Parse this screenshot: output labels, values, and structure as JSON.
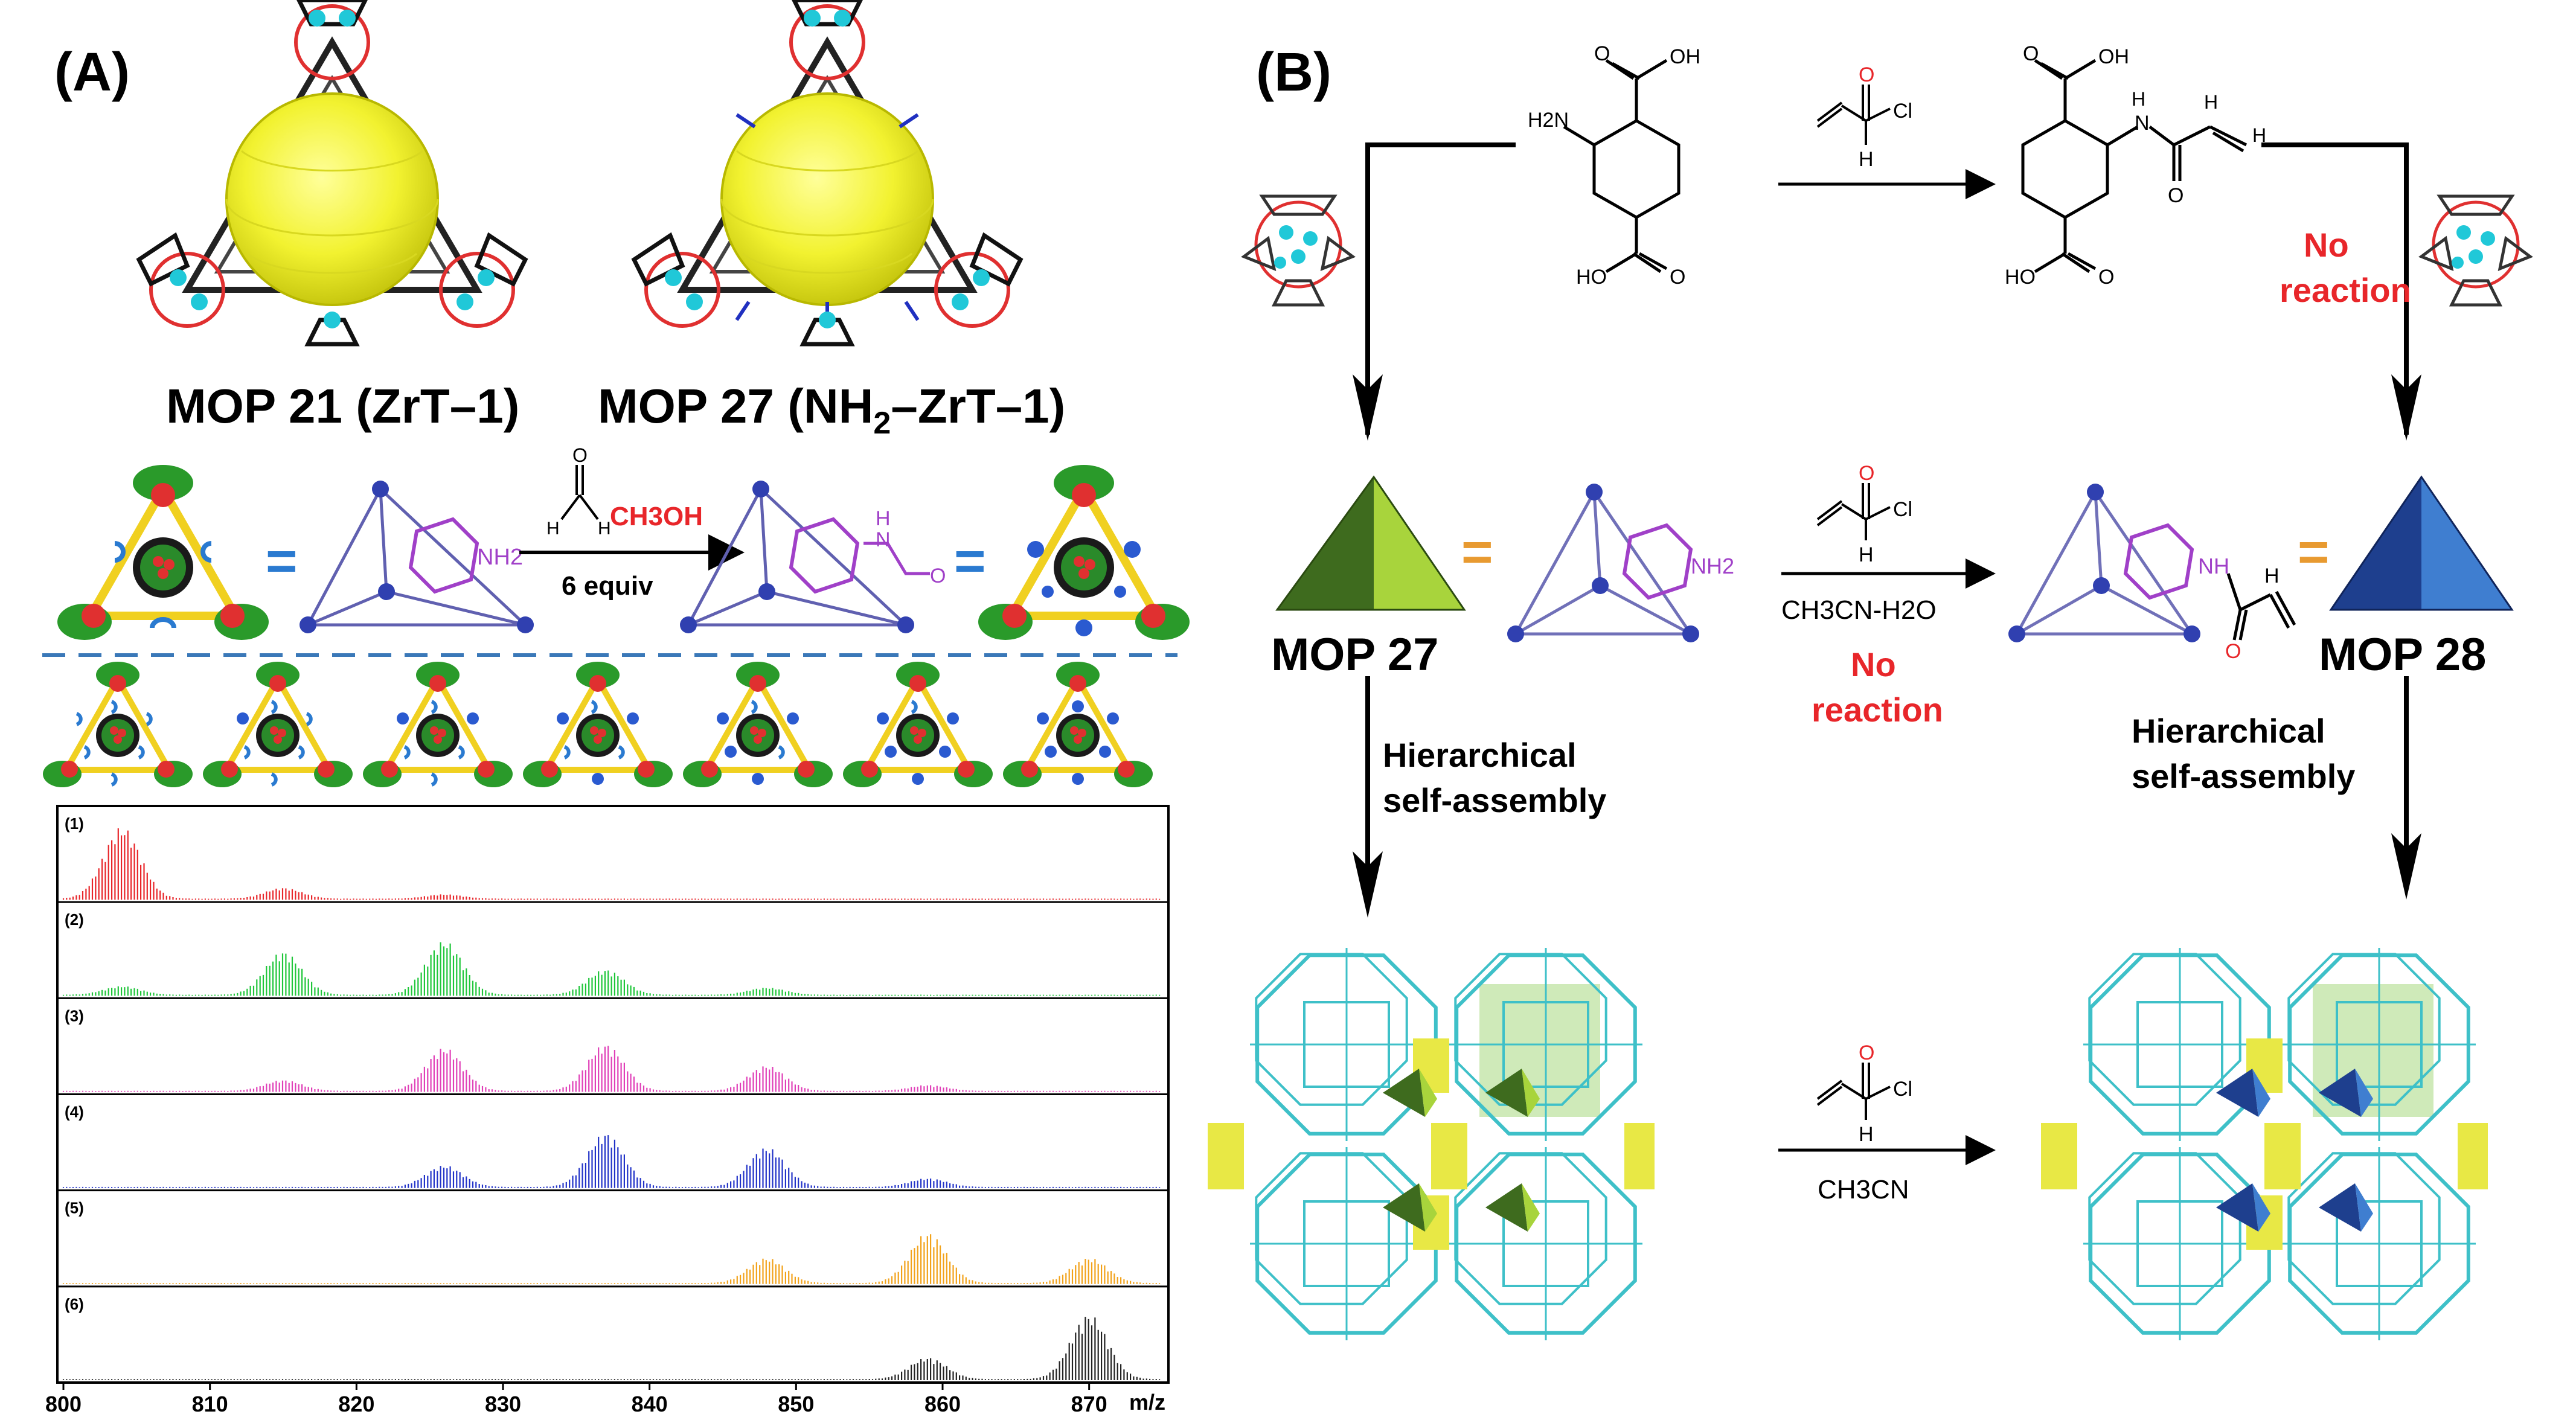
{
  "panel_a": {
    "label": "(A)",
    "mop21_label": "MOP 21 (ZrT–1)",
    "mop27_label_pre": "MOP 27 (NH",
    "mop27_label_sub": "2",
    "mop27_label_post": "–ZrT–1)",
    "methylation": {
      "reagent_h_left": "H",
      "reagent_h_right": "H",
      "reagent_o": "O",
      "solvent": "CH3OH",
      "equiv": "6 equiv",
      "nh2": "NH2",
      "nh": "H",
      "n": "N",
      "o": "O",
      "equals": "="
    },
    "spectra": {
      "rows": [
        "(1)",
        "(2)",
        "(3)",
        "(4)",
        "(5)",
        "(6)"
      ],
      "colors": [
        "#e8262a",
        "#1fc63a",
        "#e040b8",
        "#2233c8",
        "#f2a21a",
        "#222222"
      ],
      "xticks": [
        "800",
        "810",
        "820",
        "830",
        "840",
        "850",
        "860",
        "870"
      ],
      "xunit": "m/z"
    }
  },
  "panel_b": {
    "label": "(B)",
    "acid_cl_cl": "Cl",
    "acid_cl_o": "O",
    "acid_cl_h": "H",
    "aminoacid": {
      "oh_top": "OH",
      "o_top": "O",
      "h2n": "H2N",
      "ho_bottom": "HO",
      "o_bottom": "O"
    },
    "amide": {
      "oh_top": "OH",
      "o_top": "O",
      "h": "H",
      "n": "N",
      "o": "O",
      "h_right": "H",
      "h_b": "H",
      "ho_bottom": "HO",
      "o_bottom": "O"
    },
    "no_reaction_top": [
      "No",
      "reaction"
    ],
    "no_reaction_mid": [
      "No",
      "reaction"
    ],
    "mop27": "MOP 27",
    "mop28": "MOP 28",
    "solvent_mid": "CH3CN-H2O",
    "solvent_bottom": "CH3CN",
    "hier_left": [
      "Hierarchical",
      "self-assembly"
    ],
    "hier_right": [
      "Hierarchical",
      "self-assembly"
    ],
    "nh2": "NH2",
    "nh": "NH",
    "h": "H",
    "o": "O",
    "equals": "="
  },
  "colors": {
    "text_red": "#e8262a",
    "arrow": "#000000",
    "dashed_line": "#3a78b8",
    "tetra_green_dark": "#3e6b1e",
    "tetra_green_light": "#a8d43c",
    "tetra_blue_dark": "#1e3f8e",
    "tetra_blue_light": "#3f7ed0",
    "framework": "#3ec0c8",
    "yellow": "#e8e845",
    "purple": "#a040c8"
  }
}
